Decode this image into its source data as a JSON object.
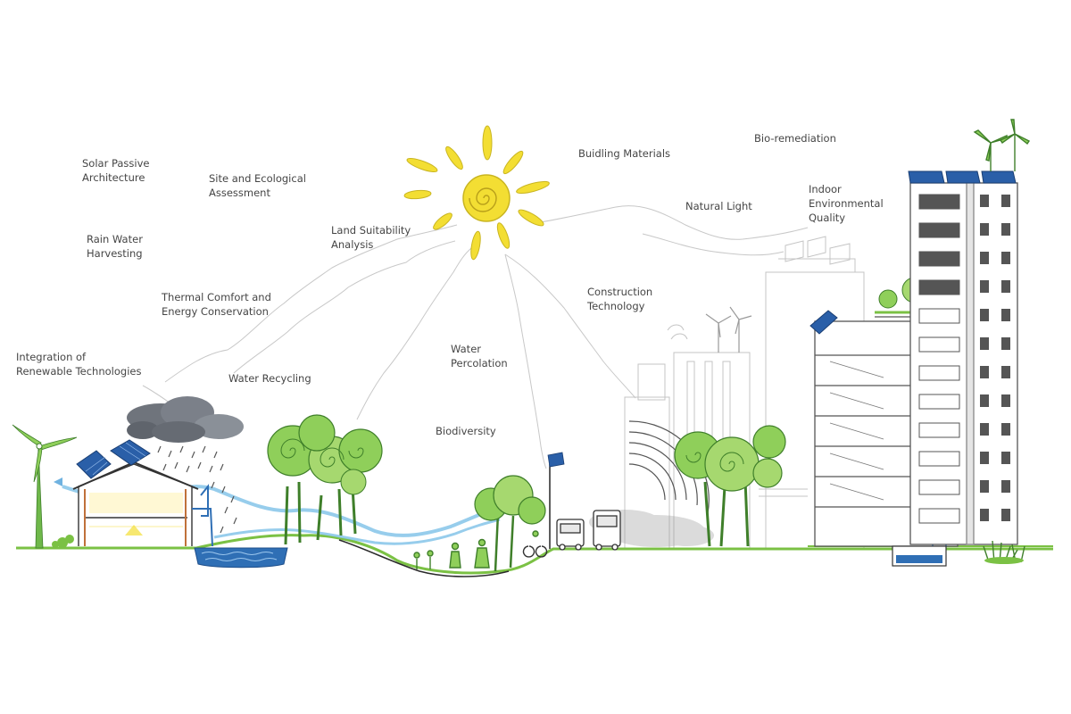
{
  "labels": {
    "solar_passive": "Solar Passive\nArchitecture",
    "site_ecological": "Site and Ecological\nAssessment",
    "rain_water": "Rain Water\nHarvesting",
    "land_suitability": "Land Suitability\nAnalysis",
    "thermal_comfort": "Thermal Comfort and\nEnergy Conservation",
    "renewable": "Integration of\nRenewable Technologies",
    "water_recycling": "Water Recycling",
    "water_percolation": "Water\nPercolation",
    "biodiversity": "Biodiversity",
    "building_materials": "Buidling Materials",
    "natural_light": "Natural Light",
    "construction_tech": "Construction\nTechnology",
    "bio_remediation": "Bio-remediation",
    "indoor_quality": "Indoor\nEnvironmental\nQuality"
  },
  "colors": {
    "sun": "#f3de33",
    "sun_outline": "#c9b521",
    "tree_green": "#8fcf5a",
    "tree_dark": "#3f7f2a",
    "ground": "#7bc144",
    "water": "#2f6fb5",
    "wind_blue": "#8cc8ea",
    "outline": "#333333",
    "panel": "#2a5fa8",
    "cloud": "#6f747c",
    "faint_building": "#c4c4c4",
    "label_text": "#454545"
  },
  "icons": [
    "sun-icon",
    "cloud-icon",
    "wind-turbine-icon",
    "solar-panel-icon",
    "tree-icon",
    "building-icon",
    "street-lamp-icon",
    "bus-icon",
    "truck-icon",
    "pond-icon"
  ]
}
